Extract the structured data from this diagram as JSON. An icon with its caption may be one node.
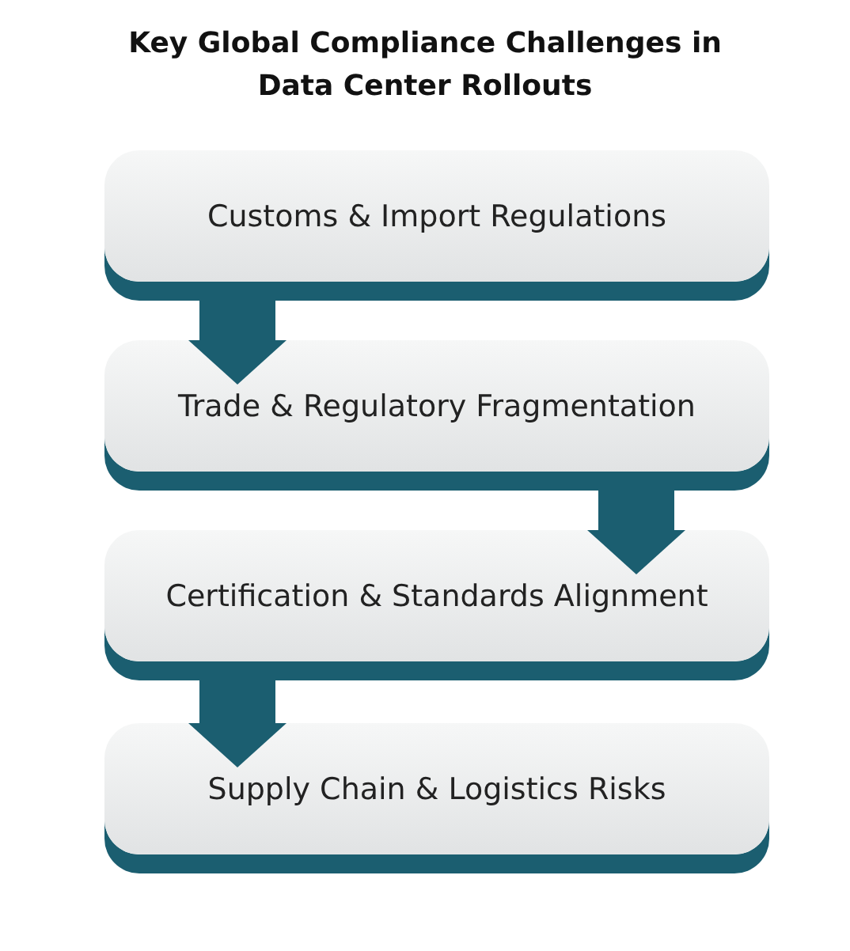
{
  "diagram": {
    "title": "Key Global Compliance Challenges in Data Center Rollouts",
    "nodes": [
      {
        "text": [
          "Customs & Import Regulations"
        ]
      },
      {
        "text": [
          "Trade & Regulatory Fragmentation"
        ]
      },
      {
        "text": [
          "Certification & Standards Alignment"
        ]
      },
      {
        "text": [
          "Supply Chain & Logistics Risks"
        ]
      }
    ],
    "edges": [
      {
        "from": 0,
        "to": 1,
        "arrow": "to"
      },
      {
        "from": 1,
        "to": 2,
        "arrow": "to"
      },
      {
        "from": 2,
        "to": 3,
        "arrow": "to"
      }
    ]
  }
}
